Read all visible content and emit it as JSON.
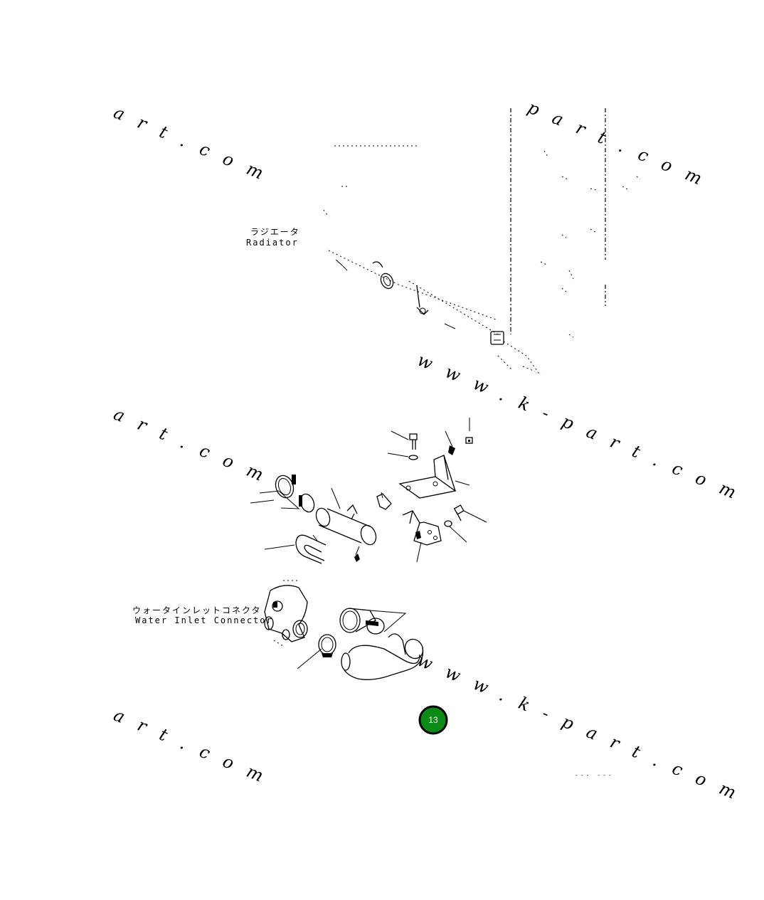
{
  "watermarks": {
    "left": "art.com",
    "right_top": "part.com",
    "right": "www.k-part.com"
  },
  "labels": {
    "radiator_jp": "ラジエータ",
    "radiator_en": "Radiator",
    "water_outlet_jp": "ウォータインレットコネクタ",
    "water_outlet_en": "Water Inlet Connector"
  },
  "badge": {
    "number": "13",
    "color": "#0b8a16",
    "ring_color": "#000000"
  },
  "footer_code": "--- ---"
}
